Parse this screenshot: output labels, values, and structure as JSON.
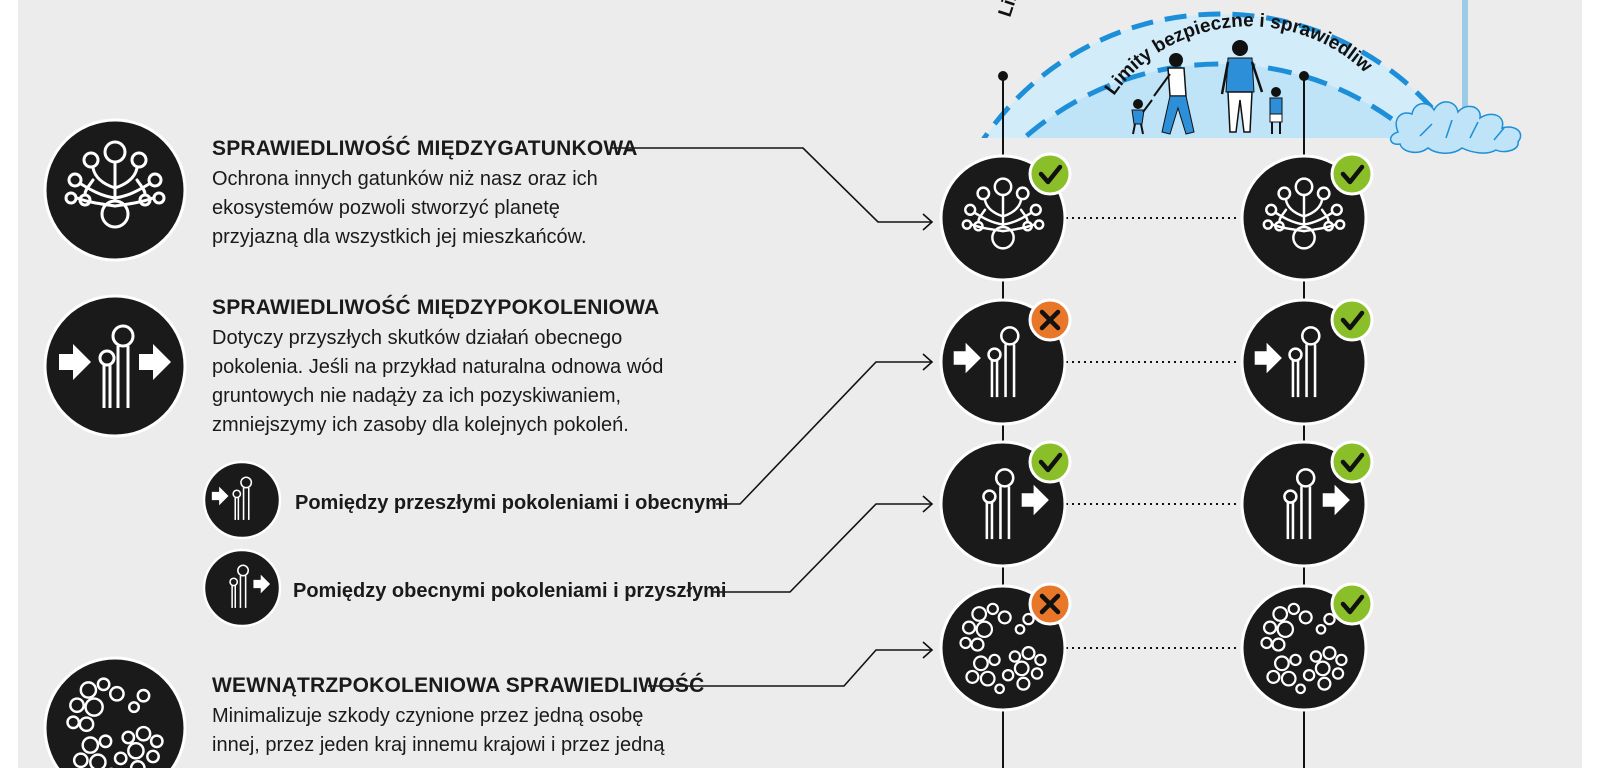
{
  "species": {
    "title": "SPRAWIEDLIWOŚĆ MIĘDZYGATUNKOWA",
    "lines": [
      "Ochrona innych gatunków niż nasz oraz ich",
      "ekosystemów pozwoli stworzyć planetę",
      "przyjazną dla wszystkich jej mieszkańców."
    ]
  },
  "intergen": {
    "title": "SPRAWIEDLIWOŚĆ MIĘDZYPOKOLENIOWA",
    "lines": [
      "Dotyczy przyszłych skutków działań obecnego",
      "pokolenia. Jeśli na przykład naturalna odnowa wód",
      "gruntowych nie nadąży za ich pozyskiwaniem,",
      "zmniejszymy ich zasoby dla kolejnych pokoleń."
    ],
    "past": "Pomiędzy przeszłymi pokoleniami i obecnymi",
    "future": "Pomiędzy obecnymi pokoleniami i przyszłymi"
  },
  "intragen": {
    "title": "WEWNĄTRZPOKOLENIOWA SPRAWIEDLIWOŚĆ",
    "lines": [
      "Minimalizuje szkody czynione przez jedną osobę",
      "innej, przez jeden kraj innemu krajowi i przez jedną"
    ]
  },
  "arcs": {
    "outer_partial": "Lim",
    "inner": "Limity bezpieczne i sprawiedliwe"
  },
  "status": {
    "left": [
      "check",
      "cross",
      "check",
      "cross"
    ],
    "right": [
      "check",
      "check",
      "check",
      "check"
    ]
  },
  "colors": {
    "panel": "#ececec",
    "badge_dark": "#1a1a1a",
    "check": "#8bbf2a",
    "cross": "#e8772a",
    "sky": "#bfe3f7",
    "arc_blue": "#1d8fd8",
    "figure_blue": "#2e8fd9"
  },
  "icons": {
    "species": "tree-icon",
    "intergen": "generation-arrow-icon",
    "intragen": "bubbles-icon"
  }
}
